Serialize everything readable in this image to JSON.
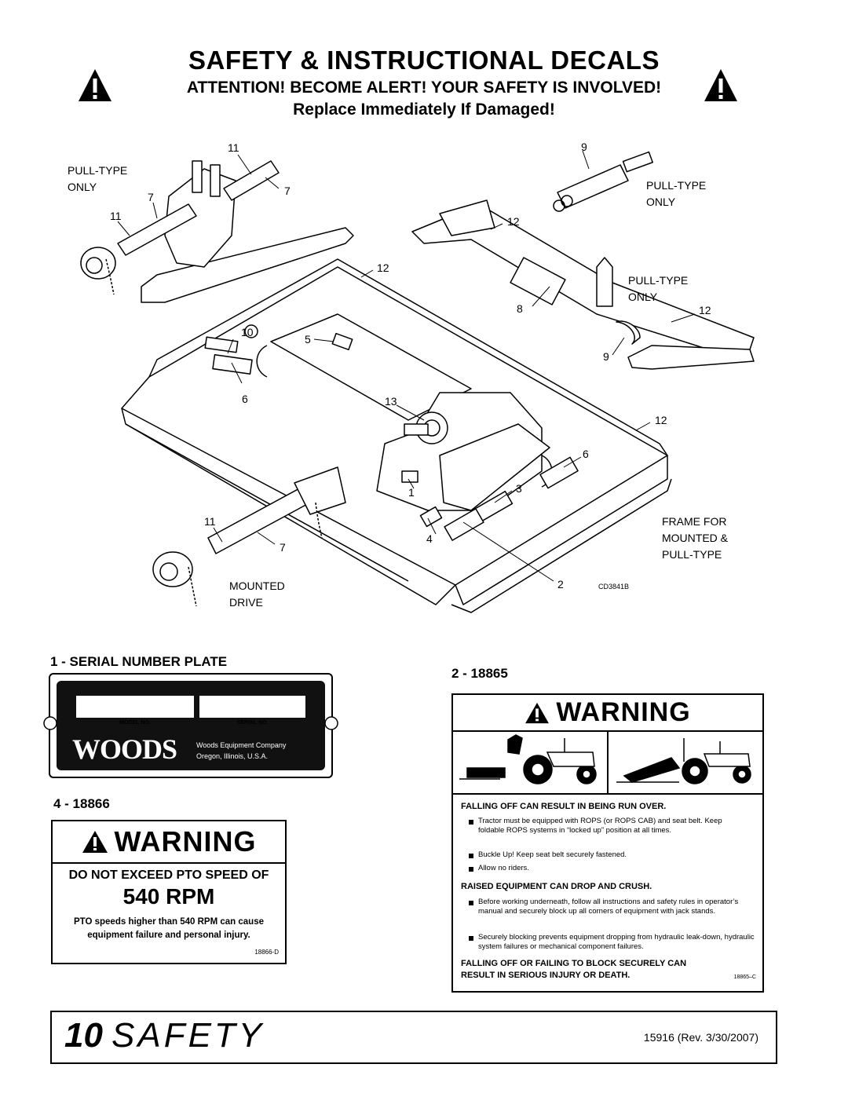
{
  "header": {
    "title": "SAFETY & INSTRUCTIONAL DECALS",
    "attention": "ATTENTION! BECOME ALERT! YOUR SAFETY IS INVOLVED!",
    "replace": "Replace Immediately If Damaged!"
  },
  "diagram": {
    "callouts": {
      "c11a": "11",
      "c7a": "7",
      "c7b": "7",
      "c11b": "11",
      "c9a": "9",
      "c12a": "12",
      "c12b": "12",
      "c8": "8",
      "c12c": "12",
      "c9b": "9",
      "c10": "10",
      "c5": "5",
      "c6a": "6",
      "c13": "13",
      "c12d": "12",
      "c6b": "6",
      "c1": "1",
      "c3": "3",
      "c11c": "11",
      "c4": "4",
      "c7c": "7",
      "c2": "2"
    },
    "labels": {
      "pull_type_only_1": "PULL-TYPE",
      "pull_type_only_1b": "ONLY",
      "pull_type_only_2": "PULL-TYPE",
      "pull_type_only_2b": "ONLY",
      "pull_type_only_3": "PULL-TYPE",
      "pull_type_only_3b": "ONLY",
      "frame_1": "FRAME FOR",
      "frame_2": "MOUNTED &",
      "frame_3": "PULL-TYPE",
      "mounted_1": "MOUNTED",
      "mounted_2": "DRIVE",
      "drawing_code": "CD3841B"
    }
  },
  "serial_plate": {
    "heading": "1 - SERIAL NUMBER PLATE",
    "model_label": "MODEL NO.",
    "serial_label": "SERIAL NO.",
    "logo": "WOODS",
    "company": "Woods Equipment Company",
    "location": "Oregon, Illinois, U.S.A."
  },
  "decal4": {
    "heading": "4 - 18866",
    "warning": "WARNING",
    "line1": "DO NOT EXCEED PTO SPEED OF",
    "speed": "540 RPM",
    "note1": "PTO speeds higher than 540 RPM can cause",
    "note2": "equipment failure and personal injury.",
    "code": "18866-D"
  },
  "decal2": {
    "heading": "2 - 18865",
    "warning": "WARNING",
    "hazard1": "FALLING OFF CAN RESULT IN BEING RUN OVER.",
    "b1": "Tractor must be equipped with ROPS (or ROPS CAB) and seat belt. Keep foldable ROPS systems in “locked up” position at all times.",
    "b2": "Buckle Up! Keep seat belt securely fastened.",
    "b3": "Allow no riders.",
    "hazard2": "RAISED EQUIPMENT CAN DROP AND CRUSH.",
    "b4": "Before working underneath, follow all instructions and safety rules in operator’s manual and securely block up all corners of equipment with jack stands.",
    "b5": "Securely blocking prevents equipment dropping from hydraulic leak-down, hydraulic system failures or mechanical component failures.",
    "hazard3a": "FALLING OFF OR FAILING TO BLOCK SECURELY CAN",
    "hazard3b": "RESULT IN SERIOUS INJURY OR DEATH.",
    "code": "18865–C"
  },
  "footer": {
    "page_number": "10",
    "section": "SAFETY",
    "revision": "15916 (Rev. 3/30/2007)"
  }
}
